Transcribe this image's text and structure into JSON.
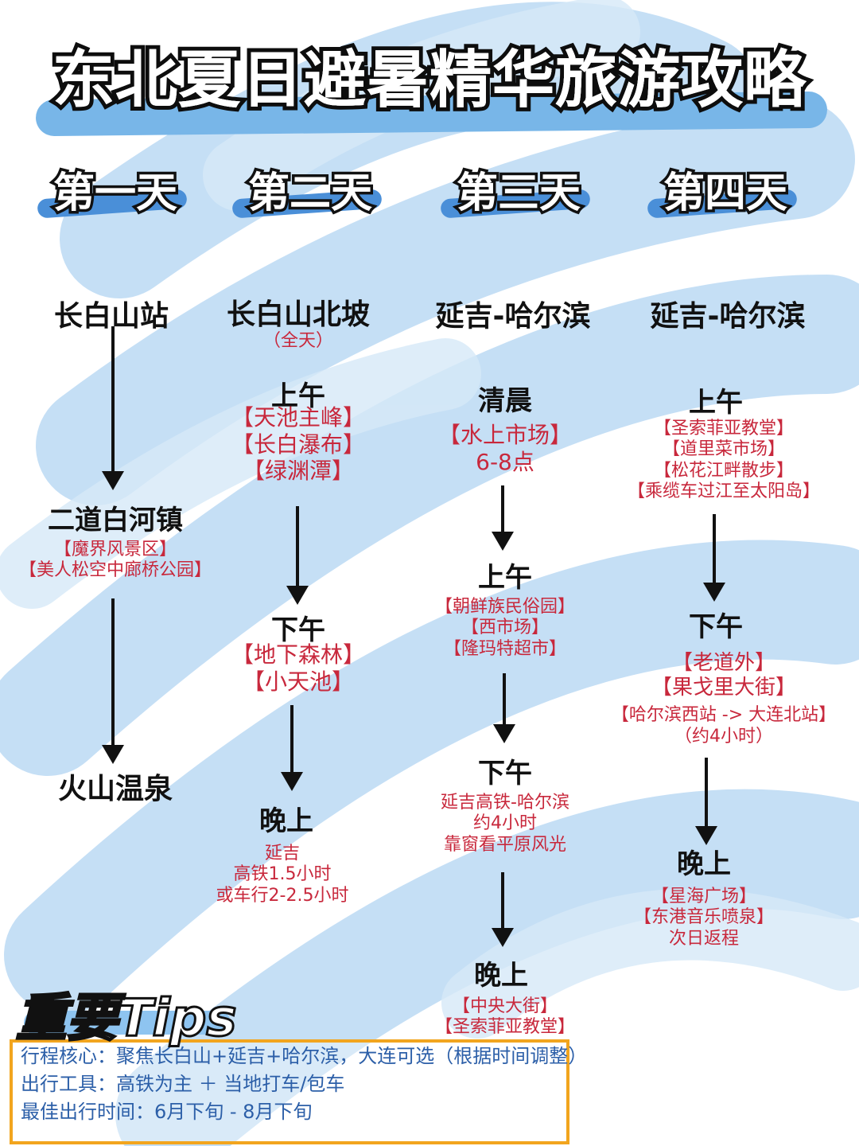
{
  "title": "东北夏日避暑精华旅游攻略",
  "days": [
    {
      "label": "第一天",
      "start": "长白山站",
      "stops": [
        {
          "name": "二道白河镇",
          "items": [
            "【魔界风景区】",
            "【美人松空中廊桥公园】"
          ]
        },
        {
          "name": "火山温泉",
          "items": []
        }
      ]
    },
    {
      "label": "第二天",
      "start": "长白山北坡",
      "start_note": "（全天）",
      "stops": [
        {
          "name": "上午",
          "items": [
            "【天池主峰】",
            "【长白瀑布】",
            "【绿渊潭】"
          ]
        },
        {
          "name": "下午",
          "items": [
            "【地下森林】",
            "【小天池】"
          ]
        },
        {
          "name": "晚上",
          "items": [
            "延吉",
            "高铁1.5小时",
            "或车行2-2.5小时"
          ]
        }
      ]
    },
    {
      "label": "第三天",
      "start": "延吉-哈尔滨",
      "stops": [
        {
          "name": "清晨",
          "items": [
            "【水上市场】",
            "6-8点"
          ]
        },
        {
          "name": "上午",
          "items": [
            "【朝鲜族民俗园】",
            "【西市场】",
            "【隆玛特超市】"
          ]
        },
        {
          "name": "下午",
          "items": [
            "延吉高铁-哈尔滨",
            "约4小时",
            "靠窗看平原风光"
          ]
        },
        {
          "name": "晚上",
          "items": [
            "【中央大街】",
            "【圣索菲亚教堂】"
          ]
        }
      ]
    },
    {
      "label": "第四天",
      "start": "延吉-哈尔滨",
      "stops": [
        {
          "name": "上午",
          "items": [
            "【圣索菲亚教堂】",
            "【道里菜市场】",
            "【松花江畔散步】",
            "【乘缆车过江至太阳岛】"
          ]
        },
        {
          "name": "下午",
          "items": [
            "【老道外】",
            "【果戈里大街】",
            "【哈尔滨西站 -> 大连北站】",
            "（约4小时）"
          ]
        },
        {
          "name": "晚上",
          "items": [
            "【星海广场】",
            "【东港音乐喷泉】",
            "次日返程"
          ]
        }
      ]
    }
  ],
  "tips": {
    "title": "重要Tips",
    "lines": [
      "行程核心：聚焦长白山+延吉+哈尔滨，大连可选（根据时间调整）",
      "出行工具：高铁为主 ＋ 当地打车/包车",
      "最佳出行时间：6月下旬 - 8月下旬"
    ]
  },
  "colors": {
    "accent_blue": "#4a8fd8",
    "text_red": "#c8283c",
    "tips_border": "#f2a51e",
    "tips_text": "#2c5fa8"
  }
}
